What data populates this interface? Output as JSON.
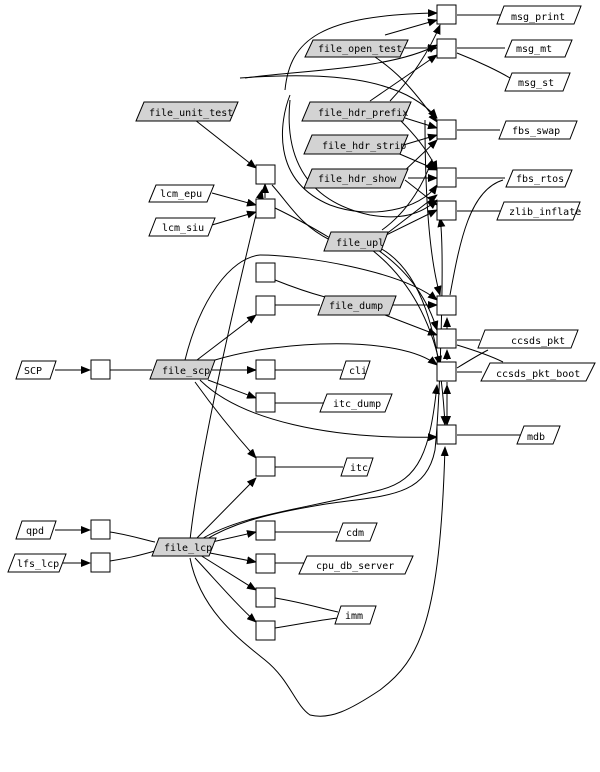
{
  "colors": {
    "program_fill": "#d3d3d3",
    "library_fill": "#ffffff",
    "stroke": "#000000"
  },
  "programs": [
    {
      "id": "file_open_test",
      "label": "file_open_test"
    },
    {
      "id": "file_unit_test",
      "label": "file_unit_test"
    },
    {
      "id": "file_hdr_prefix",
      "label": "file_hdr_prefix"
    },
    {
      "id": "file_hdr_strip",
      "label": "file_hdr_strip"
    },
    {
      "id": "file_hdr_show",
      "label": "file_hdr_show"
    },
    {
      "id": "file_upl",
      "label": "file_upl"
    },
    {
      "id": "file_dump",
      "label": "file_dump"
    },
    {
      "id": "file_scp",
      "label": "file_scp"
    },
    {
      "id": "file_lcp",
      "label": "file_lcp"
    }
  ],
  "packages": [
    {
      "id": "msg_print",
      "label": "msg_print"
    },
    {
      "id": "msg_mt",
      "label": "msg_mt"
    },
    {
      "id": "msg_st",
      "label": "msg_st"
    },
    {
      "id": "fbs_swap",
      "label": "fbs_swap"
    },
    {
      "id": "fbs_rtos",
      "label": "fbs_rtos"
    },
    {
      "id": "zlib_inflate",
      "label": "zlib_inflate"
    },
    {
      "id": "lcm_epu",
      "label": "lcm_epu"
    },
    {
      "id": "lcm_siu",
      "label": "lcm_siu"
    },
    {
      "id": "ccsds_pkt",
      "label": "ccsds_pkt"
    },
    {
      "id": "ccsds_pkt_boot",
      "label": "ccsds_pkt_boot"
    },
    {
      "id": "mdb",
      "label": "mdb"
    },
    {
      "id": "SCP",
      "label": "SCP"
    },
    {
      "id": "cli",
      "label": "cli"
    },
    {
      "id": "itc_dump",
      "label": "itc_dump"
    },
    {
      "id": "itc",
      "label": "itc"
    },
    {
      "id": "qpd",
      "label": "qpd"
    },
    {
      "id": "lfs_lcp",
      "label": "lfs_lcp"
    },
    {
      "id": "cdm",
      "label": "cdm"
    },
    {
      "id": "cpu_db_server",
      "label": "cpu_db_server"
    },
    {
      "id": "imm",
      "label": "imm"
    }
  ]
}
